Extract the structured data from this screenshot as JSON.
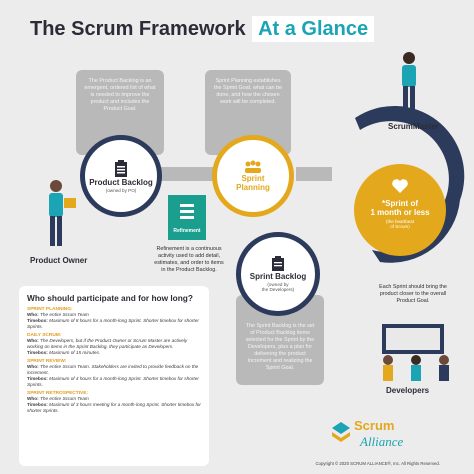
{
  "title": {
    "part1": "The Scrum Framework",
    "part2": "At a Glance"
  },
  "product_backlog": {
    "description": "The Product Backlog is an emergent, ordered list of what is needed to improve the product and includes the Product Goal.",
    "label": "Product Backlog",
    "sublabel": "(owned by PO)"
  },
  "sprint_planning": {
    "description": "Sprint Planning establishes the Sprint Goal, what can be done, and how the chosen work will be completed.",
    "label_line1": "Sprint",
    "label_line2": "Planning"
  },
  "refinement": {
    "label": "Refinement",
    "description": "Refinement is a continuous activity used to add detail, estimates, and order to items in the Product Backlog."
  },
  "sprint_backlog": {
    "label": "Sprint Backlog",
    "sublabel_line1": "(owned by",
    "sublabel_line2": "the Developers)",
    "description": "The Sprint Backlog is the set of Product Backlog items selected for the Sprint by the Developers, plus a plan for delivering the product Increment and realizing the Sprint Goal."
  },
  "sprint": {
    "label_line1": "*Sprint of",
    "label_line2": "1 month or less",
    "sub_line1": "(the heartbeat",
    "sub_line2": "of Scrum)",
    "description": "Each Sprint should bring the product closer to the overall Product Goal."
  },
  "roles": {
    "product_owner": "Product Owner",
    "scrum_master": "ScrumMaster",
    "developers": "Developers"
  },
  "info": {
    "heading": "Who should participate and for how long?",
    "sections": [
      {
        "title": "SPRINT PLANNING:",
        "who_label": "Who:",
        "who": "The entire Scrum Team",
        "timebox_label": "Timebox:",
        "timebox": "Maximum of 8 hours for a month-long Sprint. Shorter timebox for shorter Sprints."
      },
      {
        "title": "DAILY SCRUM:",
        "who_label": "Who:",
        "who": "The Developers, but if the Product Owner or Scrum Master are actively working on items in the Sprint Backlog, they participate as Developers.",
        "timebox_label": "Timebox:",
        "timebox": "Maximum of 15 minutes."
      },
      {
        "title": "SPRINT REVIEW:",
        "who_label": "Who:",
        "who": "The entire Scrum Team. Stakeholders are invited to provide feedback on the increment.",
        "timebox_label": "Timebox:",
        "timebox": "Maximum of 4 hours for a month-long Sprint. Shorter timebox for shorter Sprints."
      },
      {
        "title": "SPRINT RETROSPECTIVE:",
        "who_label": "Who:",
        "who": "The entire Scrum Team",
        "timebox_label": "Timebox:",
        "timebox": "Maximum of 3 hours meeting for a month-long Sprint. Shorter timebox for shorter Sprints."
      }
    ]
  },
  "logo": {
    "line1": "Scrum",
    "line2": "Alliance"
  },
  "footer": "Copyright © 2020 SCRUM ALLIANCE®, Inc. All Rights Reserved.",
  "colors": {
    "teal": "#1aa4b4",
    "gold": "#e3a81c",
    "navy": "#2c2c38",
    "gray": "#b9b9b9"
  }
}
